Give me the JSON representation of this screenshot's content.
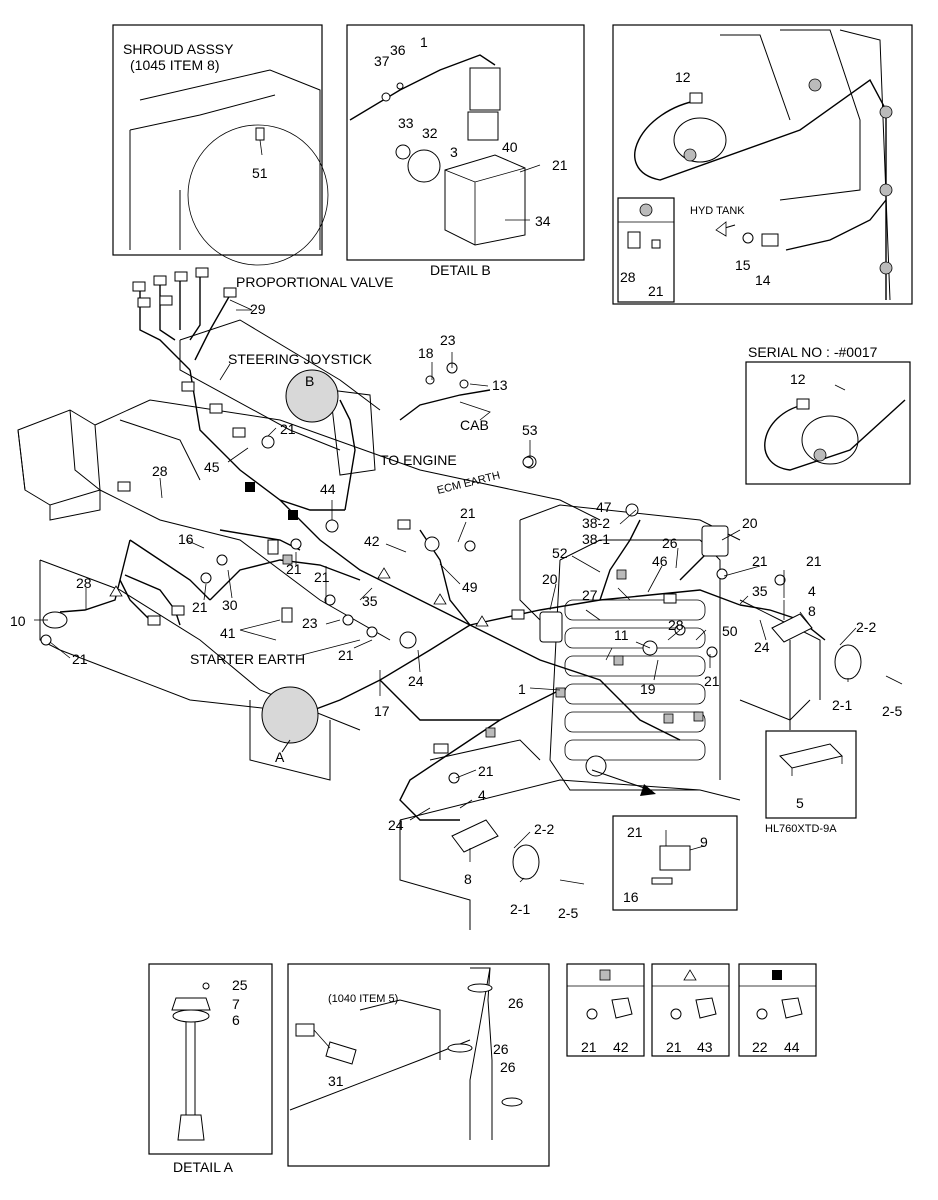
{
  "frame": {
    "labels": {
      "proportional_valve": "PROPORTIONAL VALVE",
      "steering_joystick": "STEERING JOYSTICK",
      "to_engine": "TO ENGINE",
      "ecm_earth": "ECM EARTH",
      "cab": "CAB",
      "starter_earth": "STARTER EARTH",
      "circle_b": "B",
      "circle_a": "A",
      "model_code": "HL760XTD-9A"
    },
    "callouts": {
      "c29": "29",
      "c18": "18",
      "c23a": "23",
      "c13": "13",
      "c53": "53",
      "c21a": "21",
      "c45": "45",
      "c28a": "28",
      "c44": "44",
      "c16": "16",
      "c21b": "21",
      "c21c": "21",
      "c30": "30",
      "c21d": "21",
      "c10": "10",
      "c28b": "28",
      "c21e": "21",
      "c41": "41",
      "c23b": "23",
      "c42": "42",
      "c21f": "21",
      "c49": "49",
      "c35a": "35",
      "c21g": "21",
      "c47": "47",
      "c38_2": "38-2",
      "c38_1": "38-1",
      "c52": "52",
      "c20a": "20",
      "c26a": "26",
      "c27": "27",
      "c46": "46",
      "c20b": "20",
      "c21h": "21",
      "c21i": "21",
      "c35b": "35",
      "c4a": "4",
      "c8a": "8",
      "c2_2a": "2-2",
      "c28c": "28",
      "c50": "50",
      "c11": "11",
      "c19": "19",
      "c21j": "21",
      "c24a": "24",
      "c2_1a": "2-1",
      "c2_5a": "2-5",
      "c17": "17",
      "c24b": "24",
      "c1": "1",
      "c21k": "21",
      "c4b": "4",
      "c24c": "24",
      "c2_2b": "2-2",
      "c8b": "8",
      "c2_1b": "2-1",
      "c2_5b": "2-5",
      "c21l": "21"
    }
  },
  "shroud_box": {
    "title_line1": "SHROUD ASSSY",
    "title_line2": "(1045 ITEM 8)",
    "c51": "51"
  },
  "detail_b_box": {
    "caption": "DETAIL B",
    "c1": "1",
    "c36": "36",
    "c37": "37",
    "c33": "33",
    "c32": "32",
    "c40": "40",
    "c3": "3",
    "c21": "21",
    "c34": "34"
  },
  "hyd_box": {
    "c12": "12",
    "hyd_tank": "HYD TANK",
    "c15": "15",
    "c14": "14",
    "legend_c28": "28",
    "legend_c21": "21"
  },
  "serial_box": {
    "title": "SERIAL NO : -#0017",
    "c12": "12"
  },
  "bracket_box": {
    "c5": "5"
  },
  "bracket9_box": {
    "c21": "21",
    "c9": "9",
    "c16": "16"
  },
  "detail_a_box": {
    "caption": "DETAIL A",
    "c25": "25",
    "c7": "7",
    "c6": "6"
  },
  "pipe_box": {
    "note": "(1040 ITEM 5)",
    "c26a": "26",
    "c26b": "26",
    "c26c": "26",
    "c31": "31"
  },
  "legend_square": {
    "c21": "21",
    "c42": "42"
  },
  "legend_triangle": {
    "c21": "21",
    "c43": "43"
  },
  "legend_filled": {
    "c22": "22",
    "c44": "44"
  }
}
